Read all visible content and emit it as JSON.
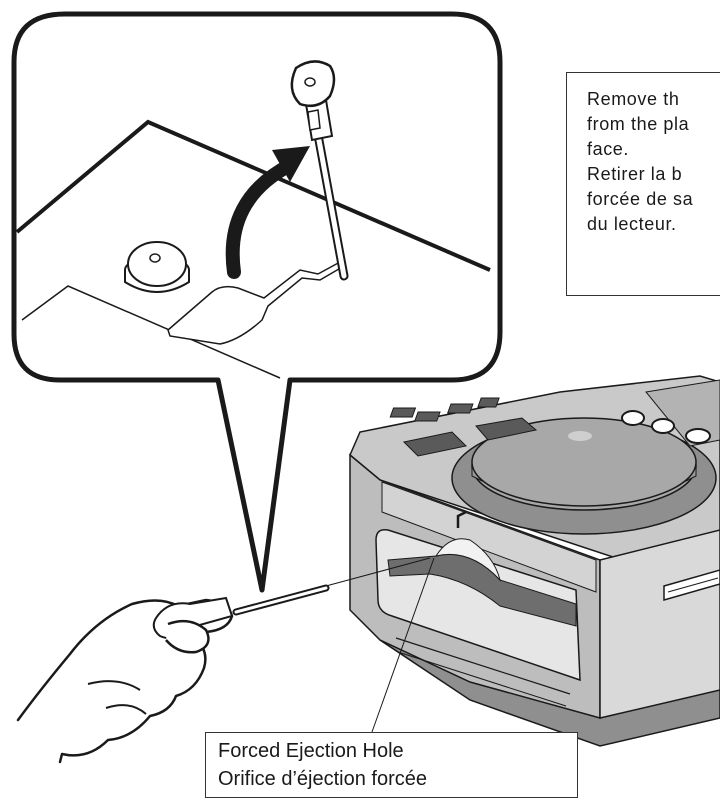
{
  "instruction": {
    "en_lines": [
      "Remove th",
      "from the pla",
      "face."
    ],
    "fr_lines": [
      "Retirer la b",
      "forcée de sa",
      "du lecteur."
    ]
  },
  "label": {
    "en": "Forced Ejection Hole",
    "fr": "Orifice d’éjection forcée"
  },
  "colors": {
    "line": "#1a1a1a",
    "player_light": "#d9d9d9",
    "player_mid": "#bdbdbd",
    "player_dark": "#8f8f8f",
    "player_darkest": "#6e6e6e"
  },
  "icons": [
    "hand-icon",
    "ejection-pin-icon",
    "curved-arrow-icon",
    "cd-player-icon"
  ]
}
